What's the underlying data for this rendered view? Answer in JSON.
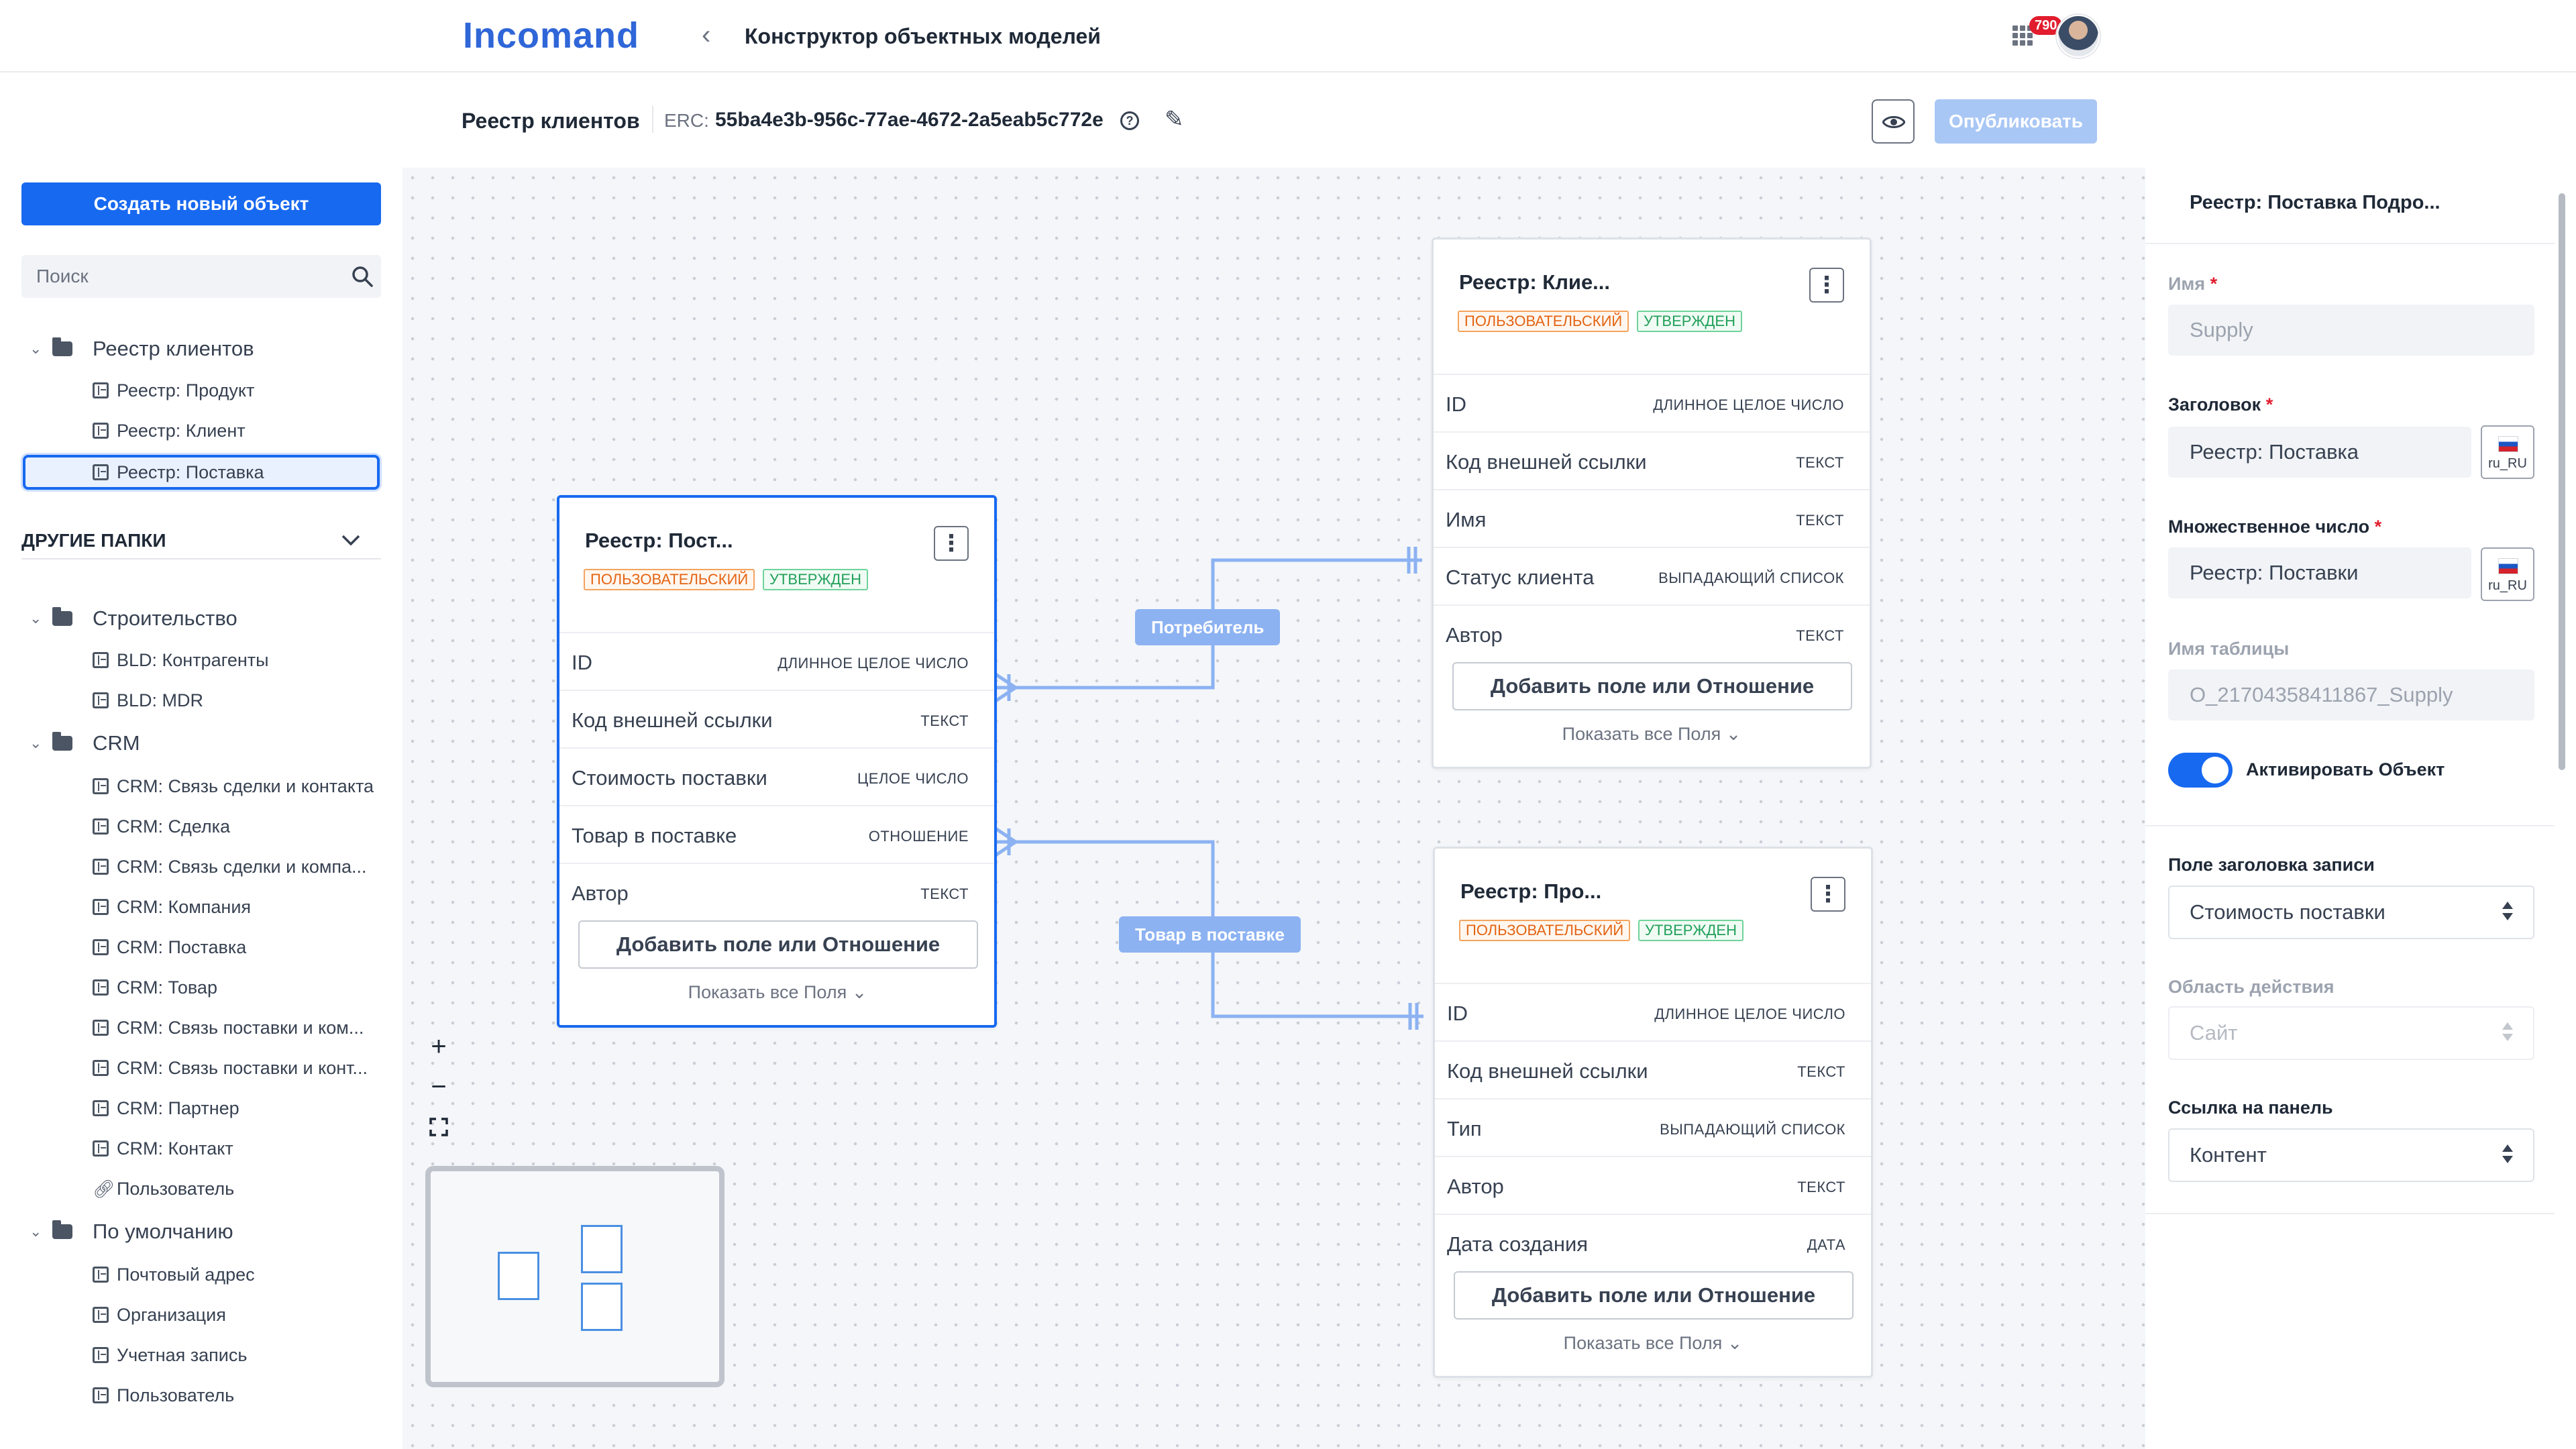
{
  "header": {
    "logo": "Incomand",
    "app_title": "Конструктор объектных моделей",
    "notifications": "790"
  },
  "subheader": {
    "title": "Реестр клиентов",
    "erc_label": "ERC:",
    "erc_value": "55ba4e3b-956c-77ae-4672-2a5eab5c772e",
    "publish_label": "Опубликовать"
  },
  "sidebar": {
    "create_label": "Создать новый объект",
    "search_placeholder": "Поиск",
    "root_folder": {
      "label": "Реестр клиентов",
      "items": [
        "Реестр: Продукт",
        "Реестр: Клиент",
        "Реестр: Поставка"
      ]
    },
    "other_folders_label": "ДРУГИЕ ПАПКИ",
    "folders": [
      {
        "label": "Строительство",
        "items": [
          "BLD: Контрагенты",
          "BLD: MDR"
        ]
      },
      {
        "label": "CRM",
        "items": [
          "CRM: Связь сделки и контакта",
          "CRM: Сделка",
          "CRM: Связь сделки и компа...",
          "CRM: Компания",
          "CRM: Поставка",
          "CRM: Товар",
          "CRM: Связь поставки и ком...",
          "CRM: Связь поставки и конт...",
          "CRM: Партнер",
          "CRM: Контакт",
          "Пользователь"
        ]
      },
      {
        "label": "По умолчанию",
        "items": [
          "Почтовый адрес",
          "Организация",
          "Учетная запись",
          "Пользователь"
        ]
      }
    ]
  },
  "canvas": {
    "badges": {
      "custom": "ПОЛЬЗОВАТЕЛЬСКИЙ",
      "approved": "УТВЕРЖДЕН"
    },
    "add_field_label": "Добавить поле или Отношение",
    "show_all_label": "Показать все Поля",
    "entities": [
      {
        "title": "Реестр: Пост...",
        "fields": [
          {
            "name": "ID",
            "type": "ДЛИННОЕ ЦЕЛОЕ ЧИСЛО"
          },
          {
            "name": "Код внешней ссылки",
            "type": "ТЕКСТ"
          },
          {
            "name": "Стоимость поставки",
            "type": "ЦЕЛОЕ ЧИСЛО"
          },
          {
            "name": "Товар в поставке",
            "type": "ОТНОШЕНИЕ"
          },
          {
            "name": "Автор",
            "type": "ТЕКСТ"
          }
        ]
      },
      {
        "title": "Реестр: Клие...",
        "fields": [
          {
            "name": "ID",
            "type": "ДЛИННОЕ ЦЕЛОЕ ЧИСЛО"
          },
          {
            "name": "Код внешней ссылки",
            "type": "ТЕКСТ"
          },
          {
            "name": "Имя",
            "type": "ТЕКСТ"
          },
          {
            "name": "Статус клиента",
            "type": "ВЫПАДАЮЩИЙ СПИСОК"
          },
          {
            "name": "Автор",
            "type": "ТЕКСТ"
          }
        ]
      },
      {
        "title": "Реестр: Про...",
        "fields": [
          {
            "name": "ID",
            "type": "ДЛИННОЕ ЦЕЛОЕ ЧИСЛО"
          },
          {
            "name": "Код внешней ссылки",
            "type": "ТЕКСТ"
          },
          {
            "name": "Тип",
            "type": "ВЫПАДАЮЩИЙ СПИСОК"
          },
          {
            "name": "Автор",
            "type": "ТЕКСТ"
          },
          {
            "name": "Дата создания",
            "type": "ДАТА"
          }
        ]
      }
    ],
    "relations": [
      "Потребитель",
      "Товар в поставке"
    ],
    "zoom": {
      "in": "+",
      "out": "−"
    }
  },
  "panel": {
    "title": "Реестр: Поставка Подро...",
    "name_label": "Имя",
    "name_value": "Supply",
    "caption_label": "Заголовок",
    "caption_value": "Реестр: Поставка",
    "plural_label": "Множественное число",
    "plural_value": "Реестр: Поставки",
    "locale": "ru_RU",
    "table_label": "Имя таблицы",
    "table_value": "O_21704358411867_Supply",
    "activate_label": "Активировать Объект",
    "record_title_label": "Поле заголовка записи",
    "record_title_value": "Стоимость поставки",
    "scope_label": "Область действия",
    "scope_value": "Сайт",
    "panel_link_label": "Ссылка на панель",
    "panel_link_value": "Контент",
    "required_mark": "*"
  },
  "colors": {
    "accent": "#1769f0",
    "relation": "#8cb2f2",
    "custom_badge": "#e36414",
    "approved_badge": "#22a05a"
  },
  "icons": [
    "back-chevron-icon",
    "apps-grid-icon",
    "avatar",
    "help-icon",
    "pencil-icon",
    "eye-icon",
    "search-icon",
    "folder-icon",
    "table-icon",
    "link-icon",
    "chevron-down-icon",
    "kebab-menu-icon",
    "fit-screen-icon",
    "flag-ru-icon"
  ]
}
